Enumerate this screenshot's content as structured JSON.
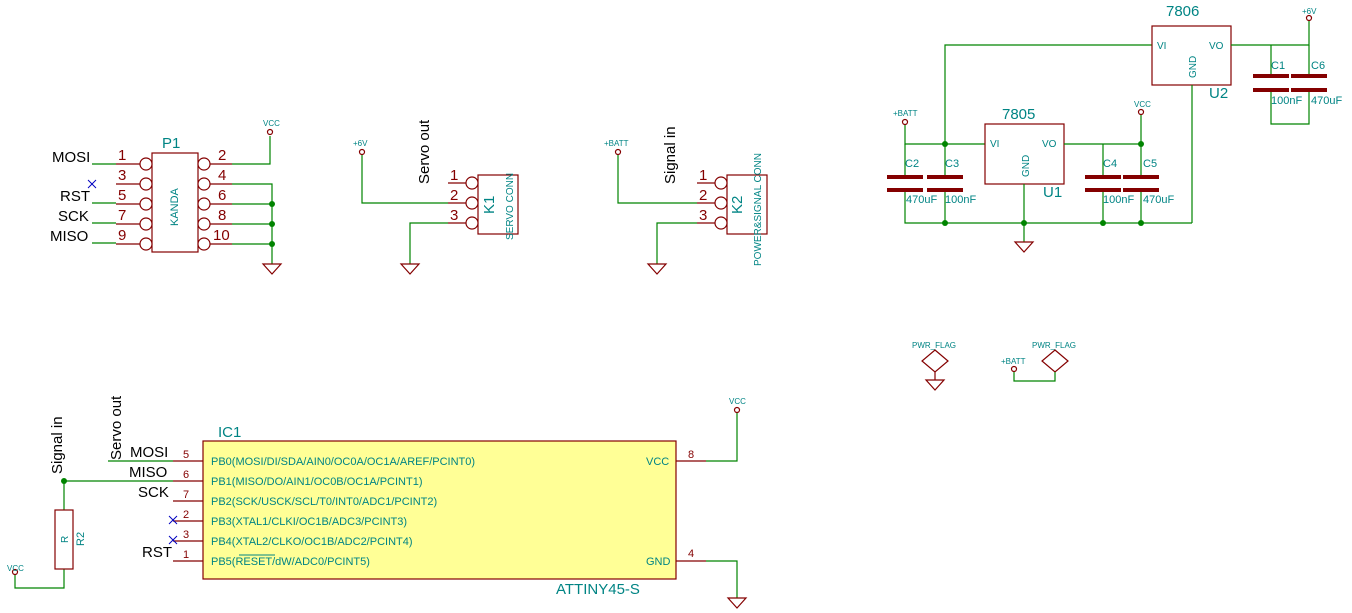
{
  "programmer": {
    "ref": "P1",
    "value": "KANDA",
    "pins": [
      "1",
      "2",
      "3",
      "4",
      "5",
      "6",
      "7",
      "8",
      "9",
      "10"
    ],
    "nets": [
      "MOSI",
      "RST",
      "SCK",
      "MISO"
    ],
    "power": "VCC"
  },
  "servo_conn": {
    "ref": "K1",
    "value": "SERVO CONN",
    "pins": [
      "1",
      "2",
      "3"
    ],
    "label": "Servo out",
    "power": "+6V"
  },
  "signal_conn": {
    "ref": "K2",
    "value": "POWER&SIGNAL CONN",
    "pins": [
      "1",
      "2",
      "3"
    ],
    "label": "Signal in",
    "power": "+BATT"
  },
  "reg_5v": {
    "value": "7805",
    "ref": "U1",
    "pins": [
      "VI",
      "VO",
      "GND"
    ],
    "power_in": "+BATT",
    "power_out": "VCC",
    "caps": [
      {
        "ref": "C2",
        "value": "470uF"
      },
      {
        "ref": "C3",
        "value": "100nF"
      },
      {
        "ref": "C4",
        "value": "100nF"
      },
      {
        "ref": "C5",
        "value": "470uF"
      }
    ]
  },
  "reg_6v": {
    "value": "7806",
    "ref": "U2",
    "pins": [
      "VI",
      "VO",
      "GND"
    ],
    "power_out": "+6V",
    "caps": [
      {
        "ref": "C1",
        "value": "100nF"
      },
      {
        "ref": "C6",
        "value": "470uF"
      }
    ]
  },
  "flags": {
    "flag1": "PWR_FLAG",
    "flag2": "PWR_FLAG",
    "batt": "+BATT"
  },
  "mcu": {
    "ref": "IC1",
    "value": "ATTINY45-S",
    "power": "VCC",
    "pins": [
      {
        "num": "5",
        "name": "PB0(MOSI/DI/SDA/AIN0/OC0A/OC1A/AREF/PCINT0)",
        "net": "MOSI"
      },
      {
        "num": "6",
        "name": "PB1(MISO/DO/AIN1/OC0B/OC1A/PCINT1)",
        "net": "MISO"
      },
      {
        "num": "7",
        "name": "PB2(SCK/USCK/SCL/T0/INT0/ADC1/PCINT2)",
        "net": "SCK"
      },
      {
        "num": "2",
        "name": "PB3(XTAL1/CLKI/OC1B/ADC3/PCINT3)",
        "net": ""
      },
      {
        "num": "3",
        "name": "PB4(XTAL2/CLKO/OC1B/ADC2/PCINT4)",
        "net": ""
      },
      {
        "num": "1",
        "name": "PB5(RESET/dW/ADC0/PCINT5)",
        "net": "RST"
      }
    ],
    "right_pins": [
      {
        "num": "8",
        "name": "VCC"
      },
      {
        "num": "4",
        "name": "GND"
      }
    ],
    "labels": [
      "Signal in",
      "Servo out"
    ],
    "resistor": {
      "ref": "R2",
      "value": "R",
      "power": "VCC"
    }
  }
}
